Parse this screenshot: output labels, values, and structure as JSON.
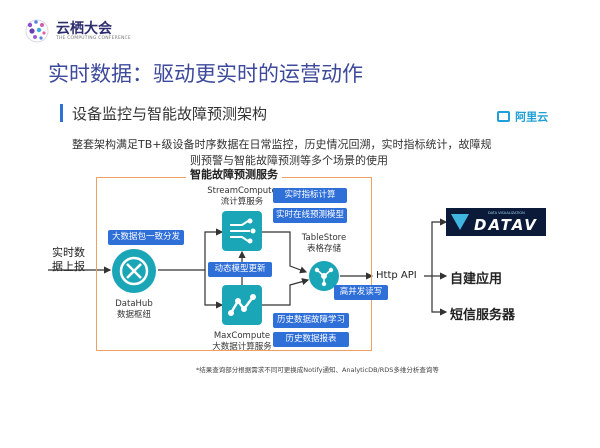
{
  "logo": {
    "name": "云栖大会",
    "sub": "THE COMPUTING CONFERENCE"
  },
  "slide": {
    "title": "实时数据：驱动更实时的运营动作",
    "section_title": "设备监控与智能故障预测架构",
    "aliyun_logo": "阿里云",
    "desc_line1": "整套架构满足TB+级设备时序数据在日常监控，历史情况回溯，实时指标统计，故障规",
    "desc_line2": "则预警与智能故障预测等多个场景的使用",
    "footnote": "*结果查询部分根据需求不同可更换成Notify通知、AnalyticDB/RDS多维分析查询等"
  },
  "diagram": {
    "box_title": "智能故障预测服务",
    "input_label_1": "实时数",
    "input_label_2": "据上报",
    "datahub_en": "DataHub",
    "datahub_cn": "数据枢纽",
    "btn_distribute": "大数据包一致分发",
    "stream_en": "StreamCompute",
    "stream_cn": "流计算服务",
    "btn_realtime_metrics": "实时指标计算",
    "btn_realtime_predict": "实时在线预测模型",
    "btn_dynamic_update": "动态模型更新",
    "tablestore_en": "TableStore",
    "tablestore_cn": "表格存储",
    "btn_high_concurrency": "高并发读写",
    "maxcompute_en": "MaxCompute",
    "maxcompute_cn": "大数据计算服务",
    "btn_history_learning": "历史数据故障学习",
    "btn_history_report": "历史数据报表",
    "http_api": "Http API",
    "out_selfbuilt": "自建应用",
    "out_sms": "短信服务器",
    "datav_small": "DATA VISUALIZATION",
    "datav_big": "DATAV"
  },
  "colors": {
    "title": "#3d4a9c",
    "accent": "#2f6fd8",
    "box_border": "#f0a060",
    "teal": "#1aa6b7"
  }
}
